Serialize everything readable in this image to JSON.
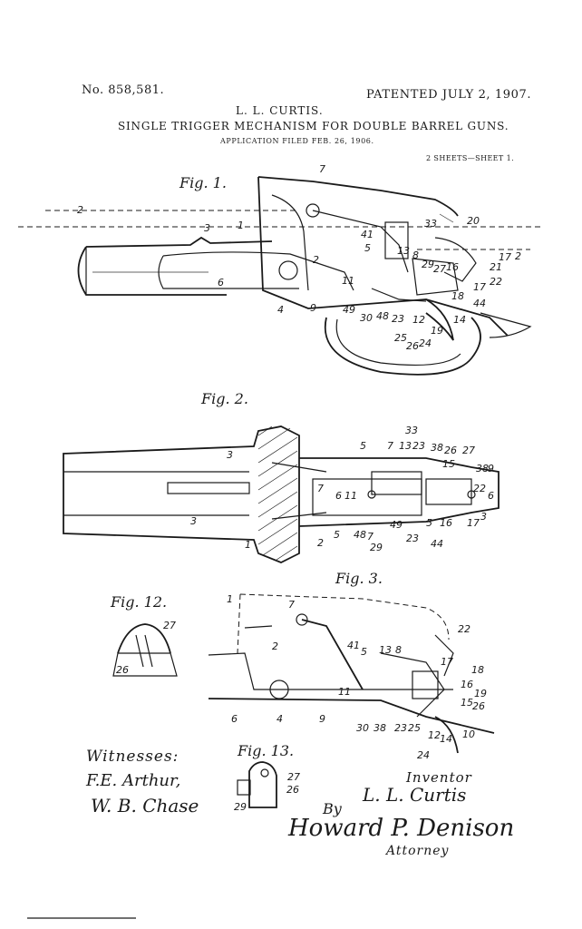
{
  "header": {
    "patent_number": "No. 858,581.",
    "patented": "PATENTED JULY 2, 1907.",
    "inventor": "L. L. CURTIS.",
    "title": "SINGLE TRIGGER MECHANISM FOR DOUBLE BARREL GUNS.",
    "application": "APPLICATION FILED FEB. 26, 1906.",
    "sheets": "2 SHEETS—SHEET 1."
  },
  "figures": {
    "fig1": "Fig. 1.",
    "fig2": "Fig. 2.",
    "fig3": "Fig. 3.",
    "fig12": "Fig. 12.",
    "fig13": "Fig. 13."
  },
  "fig1_labels": [
    "7",
    "2",
    "3",
    "1",
    "2",
    "41",
    "5",
    "13",
    "8",
    "33",
    "20",
    "17",
    "2",
    "29",
    "27",
    "16",
    "21",
    "22",
    "17",
    "18",
    "44",
    "11",
    "4",
    "6",
    "9",
    "49",
    "30",
    "48",
    "23",
    "12",
    "19",
    "14",
    "25",
    "26",
    "24"
  ],
  "fig2_labels": [
    "33",
    "5",
    "7",
    "13",
    "23",
    "38",
    "26",
    "27",
    "15",
    "38",
    "9",
    "3",
    "7",
    "6",
    "11",
    "49",
    "22",
    "6",
    "3",
    "1",
    "2",
    "5",
    "48",
    "7",
    "29",
    "23",
    "44",
    "5",
    "16",
    "17",
    "3"
  ],
  "fig3_labels": [
    "1",
    "7",
    "22",
    "2",
    "41",
    "5",
    "13",
    "8",
    "17",
    "18",
    "16",
    "19",
    "11",
    "15",
    "26",
    "6",
    "4",
    "9",
    "30",
    "38",
    "23",
    "25",
    "12",
    "14",
    "10",
    "24"
  ],
  "fig12_labels": [
    "27",
    "26"
  ],
  "fig13_labels": [
    "27",
    "26",
    "29"
  ],
  "signatures": {
    "witnesses_label": "Witnesses:",
    "witness_1": "F.E. Arthur,",
    "witness_2": "W. B. Chase",
    "inventor_label": "Inventor",
    "inventor_signature": "L. L. Curtis",
    "by_label": "By",
    "attorney_signature": "Howard P. Denison",
    "attorney_label": "Attorney"
  }
}
